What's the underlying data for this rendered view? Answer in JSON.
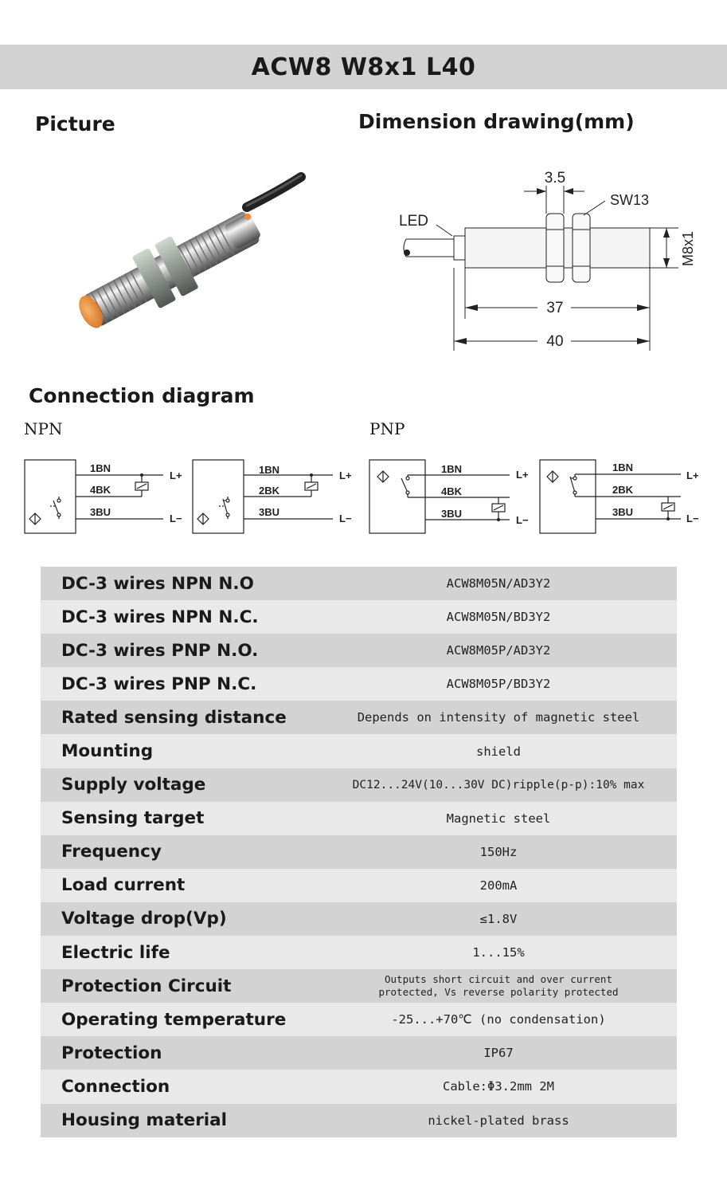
{
  "title": "ACW8  W8x1 L40",
  "sections": {
    "picture": "Picture",
    "dimension": "Dimension drawing(mm)",
    "connection": "Connection diagram"
  },
  "dimension_labels": {
    "led": "LED",
    "thread_width": "3.5",
    "wrench": "SW13",
    "thread": "M8x1",
    "body_length": "37",
    "total_length": "40"
  },
  "connection": {
    "npn_label": "NPN",
    "pnp_label": "PNP",
    "npn_no": {
      "w1": "1BN",
      "w2": "4BK",
      "w3": "3BU",
      "lp": "L+",
      "lm": "L−"
    },
    "npn_nc": {
      "w1": "1BN",
      "w2": "2BK",
      "w3": "3BU",
      "lp": "L+",
      "lm": "L−"
    },
    "pnp_no": {
      "w1": "1BN",
      "w2": "4BK",
      "w3": "3BU",
      "lp": "L+",
      "lm": "L−"
    },
    "pnp_nc": {
      "w1": "1BN",
      "w2": "2BK",
      "w3": "3BU",
      "lp": "L+",
      "lm": "L−"
    }
  },
  "specs": [
    {
      "label": "DC-3 wires NPN N.O",
      "value": "ACW8M05N/AD3Y2"
    },
    {
      "label": "DC-3 wires NPN N.C.",
      "value": "ACW8M05N/BD3Y2"
    },
    {
      "label": "DC-3 wires PNP N.O.",
      "value": "ACW8M05P/AD3Y2"
    },
    {
      "label": "DC-3 wires PNP N.C.",
      "value": "ACW8M05P/BD3Y2"
    },
    {
      "label": "Rated sensing distance",
      "value": "Depends on intensity of magnetic steel"
    },
    {
      "label": "Mounting",
      "value": "shield"
    },
    {
      "label": "Supply voltage",
      "value": "DC12...24V(10...30V DC)ripple(p-p):10% max"
    },
    {
      "label": "Sensing  target",
      "value": "Magnetic steel"
    },
    {
      "label": "Frequency",
      "value": "150Hz"
    },
    {
      "label": "Load current",
      "value": "200mA"
    },
    {
      "label": "Voltage drop(Vp)",
      "value": "≤1.8V"
    },
    {
      "label": "Electric life",
      "value": "1...15%"
    },
    {
      "label": "Protection Circuit",
      "value": "Outputs short circuit and over current protected, Vs reverse polarity protected"
    },
    {
      "label": "Operating temperature",
      "value": "-25...+70℃ (no condensation)"
    },
    {
      "label": "Protection",
      "value": "IP67"
    },
    {
      "label": "Connection",
      "value": "Cable:Φ3.2mm 2M"
    },
    {
      "label": "Housing material",
      "value": "nickel-plated brass"
    }
  ]
}
